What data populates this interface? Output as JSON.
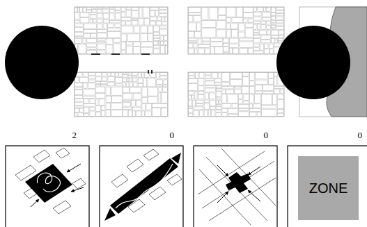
{
  "diagram": {
    "nodes": [
      {
        "text": [
          "ZONE"
        ]
      }
    ],
    "labels": [
      "2",
      "0",
      "0",
      "0"
    ]
  }
}
